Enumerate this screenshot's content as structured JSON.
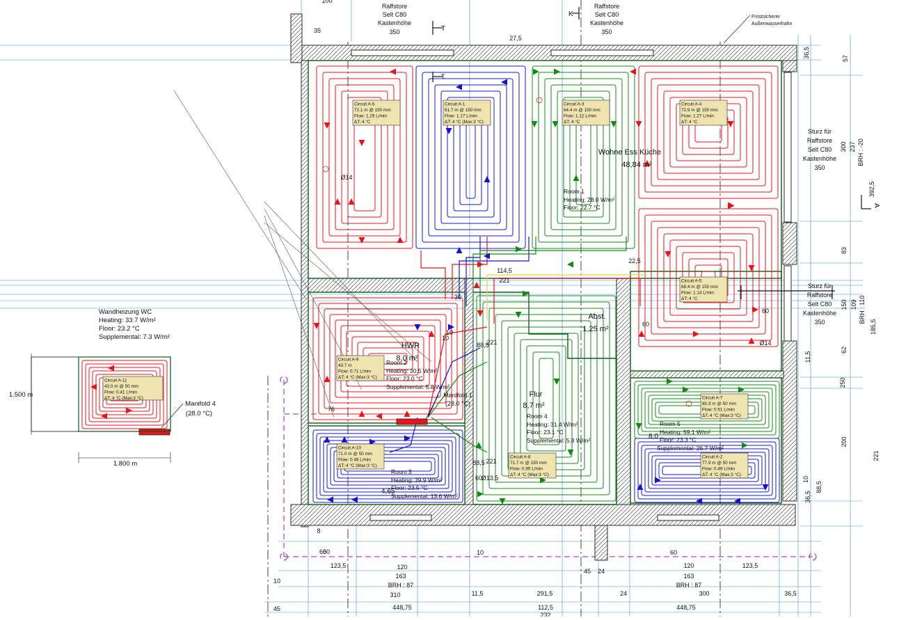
{
  "colors": {
    "circuit_red": "#e8141b",
    "circuit_blue": "#1414d0",
    "circuit_green": "#138a13",
    "wall_outline": "#2b2b2b",
    "dim_line": "#3a8fd0",
    "room_outline": "#0a5a14",
    "label_box_fill": "#efe4b0",
    "manifold_fill": "#e8141b",
    "construction_line": "#7a2aa0",
    "pipe_yellow": "#e4d640"
  },
  "icons": [
    "manifold-bar-icon",
    "flow-arrow-icon",
    "section-marker-icon",
    "axis-circle-icon"
  ],
  "top_labels": {
    "left": {
      "lines": [
        "Raffstore",
        "Selt C80",
        "Kastenhöhe",
        "350"
      ]
    },
    "right": {
      "lines": [
        "Raffstore",
        "Selt C80",
        "Kastenhöhe",
        "350"
      ]
    },
    "frost": {
      "lines": [
        "Frostsicherer",
        "Außenwasserhahn"
      ]
    }
  },
  "side_labels": {
    "upper": {
      "lines": [
        "Sturz für",
        "Raffstore",
        "Selt C80",
        "Kastenhöhe",
        "350"
      ]
    },
    "lower": {
      "lines": [
        "Sturz für",
        "Raffstore",
        "Selt C80",
        "Kastenhöhe",
        "350"
      ]
    }
  },
  "section_markers": {
    "t_top": "T",
    "t_mid": "T",
    "k_top": "K",
    "a_side": "A"
  },
  "rooms": {
    "wohnen": {
      "name": "Wohne Ess Küche",
      "area": "48,84 m²",
      "room_no": "Room 1",
      "heating": "Heating: 28.0 W/m²",
      "floor": "Floor: 22.7 °C"
    },
    "hwr": {
      "name": "HWR",
      "area": "8,0 m²",
      "room_no": "Room 2",
      "heating": "Heating: 30.5 W/m²",
      "floor": "Floor: 23.0 °C",
      "supp": "Supplemental: 5.8 W/m²"
    },
    "abst": {
      "name": "Abst.",
      "area": "1,25 m²"
    },
    "flur": {
      "name": "Flur",
      "area": "8,7 m²",
      "room_no": "Room 4",
      "heating": "Heating: 31.4 W/m²",
      "floor": "Floor: 23.1 °C",
      "supp": "Supplemental: 5.8 W/m²"
    },
    "room3": {
      "room_no": "Room 3",
      "heating": "Heating: 39.9 W/m²",
      "floor": "Floor: 23.5 °C",
      "supp": "Supplemental: 13.6 W/m²",
      "area": "4,65"
    },
    "room5": {
      "room_no": "Room 5",
      "heating": "Heating: 59.1 W/m²",
      "floor": "Floor: 23.3 °C",
      "supp": "Supplemental: 26.7 W/m²",
      "area": "8,0"
    }
  },
  "circuits": [
    {
      "id": "Circuit A-6",
      "l1": "72.1 m @ 150 mm",
      "l2": "Flow: 1.29 L/min",
      "l3": "ΔT: 4 °C"
    },
    {
      "id": "Circuit A-1",
      "l1": "61.7 m @ 150 mm",
      "l2": "Flow: 1.17 L/min",
      "l3": "ΔT: 4 °C (Max:3 °C)"
    },
    {
      "id": "Circuit A-3",
      "l1": "64.4 m @ 150 mm",
      "l2": "Flow: 1.12 L/min",
      "l3": "ΔT: 4 °C"
    },
    {
      "id": "Circuit A-4",
      "l1": "72.9 m @ 150 mm",
      "l2": "Flow: 1.27 L/min",
      "l3": "ΔT: 4 °C"
    },
    {
      "id": "Circuit A-5",
      "l1": "68.4 m @ 150 mm",
      "l2": "Flow: 1.14 L/min",
      "l3": "ΔT: 4 °C"
    },
    {
      "id": "Circuit A-9",
      "l1": "43.7 m",
      "l2": "Flow: 0.71 L/min",
      "l3": "ΔT: 4 °C (Max:3 °C)"
    },
    {
      "id": "Circuit A-10",
      "l1": "71.0 m @ 50 mm",
      "l2": "Flow: 0.48 L/min",
      "l3": "ΔT: 4 °C (Max:3 °C)"
    },
    {
      "id": "Circuit A-8",
      "l1": "71.7 m @ 150 mm",
      "l2": "Flow: 0.95 L/min",
      "l3": "ΔT: 4 °C (Max:3 °C)"
    },
    {
      "id": "Circuit A-7",
      "l1": "80.3 m @ 50 mm",
      "l2": "Flow: 0.51 L/min",
      "l3": "ΔT: 4 °C (Max:3 °C)"
    },
    {
      "id": "Circuit A-2",
      "l1": "77.9 m @ 50 mm",
      "l2": "Flow: 0.49 L/min",
      "l3": "ΔT: 4 °C (Max:3 °C)"
    },
    {
      "id": "Circuit A-11",
      "l1": "43.0 m @ 50 mm",
      "l2": "Flow: 0.41 L/min",
      "l3": "ΔT: 4 °C (Max:3 °C)"
    }
  ],
  "manifolds": {
    "m1": {
      "name": "Manifold 1",
      "temp": "(28.0 °C)"
    },
    "m4": {
      "name": "Manifold 4",
      "temp": "(28.0 °C)"
    }
  },
  "wc": {
    "title": "Wandheizung WC",
    "heating": "Heating: 33.7 W/m²",
    "floor": "Floor: 23.2 °C",
    "supp": "Supplemental: 7.3 W/m²",
    "height_dim": "1.500 m",
    "width_dim": "1.800 m"
  },
  "dimensions": {
    "top": [
      "100",
      "35",
      "27,5"
    ],
    "right": [
      "36,5",
      "57",
      "237",
      "300",
      "BRH : -20",
      "392,5",
      "83",
      "150",
      "109",
      "BRH : 110",
      "185,5",
      "62",
      "11,5",
      "250",
      "200",
      "221",
      "88,5",
      "10",
      "36,5"
    ],
    "bottom_row1": [
      "8",
      "60",
      "10",
      "60"
    ],
    "bottom_row2": [
      "123,5",
      "120",
      "163",
      "BRH : 87",
      "45",
      "24",
      "120",
      "163",
      "BRH : 87",
      "123,5"
    ],
    "bottom_row3": [
      "10",
      "310",
      "11,5",
      "291,5",
      "24",
      "300",
      "36,5"
    ],
    "bottom_row4": [
      "45",
      "448,75",
      "112,5",
      "448,75"
    ],
    "bottom_row5": [
      "232"
    ],
    "interior": [
      "114,5",
      "221",
      "22,5",
      "60",
      "60",
      "60",
      "30",
      "10",
      "10",
      "88,5",
      "221",
      "88,5",
      "221",
      "60",
      "Ø13,5",
      "Ø14",
      "Ø14",
      "76"
    ]
  }
}
